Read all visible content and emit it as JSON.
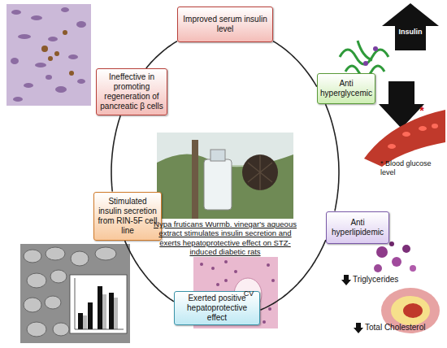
{
  "diagram": {
    "nodes": [
      {
        "text": [
          "Improved serum insulin level"
        ]
      },
      {
        "text": [
          "Anti hyperglycemic"
        ]
      },
      {
        "text": [
          "Anti hyperlipidemic"
        ]
      },
      {
        "text": [
          "Exerted positive hepatoprotective effect"
        ]
      },
      {
        "text": [
          "Stimulated insulin secretion from RIN-5F cell line"
        ]
      },
      {
        "text": [
          "Ineffective in promoting regeneration of pancreatic β cells"
        ]
      }
    ],
    "edges": [
      {
        "from": 0,
        "to": 1,
        "arrow": "none"
      },
      {
        "from": 1,
        "to": 2,
        "arrow": "none"
      },
      {
        "from": 2,
        "to": 3,
        "arrow": "none"
      },
      {
        "from": 3,
        "to": 4,
        "arrow": "none"
      },
      {
        "from": 4,
        "to": 5,
        "arrow": "none"
      },
      {
        "from": 5,
        "to": 0,
        "arrow": "none"
      }
    ],
    "labels": [
      "Nypa fruticans Wurmb. vinegar's aqueous extract stimulates insulin secretion and exerts hepatoprotective effect on STZ-induced diabetic rats",
      "Insulin",
      "*",
      "* Blood glucose level",
      "Triglycerides",
      "Total Cholesterol",
      "CV"
    ]
  }
}
